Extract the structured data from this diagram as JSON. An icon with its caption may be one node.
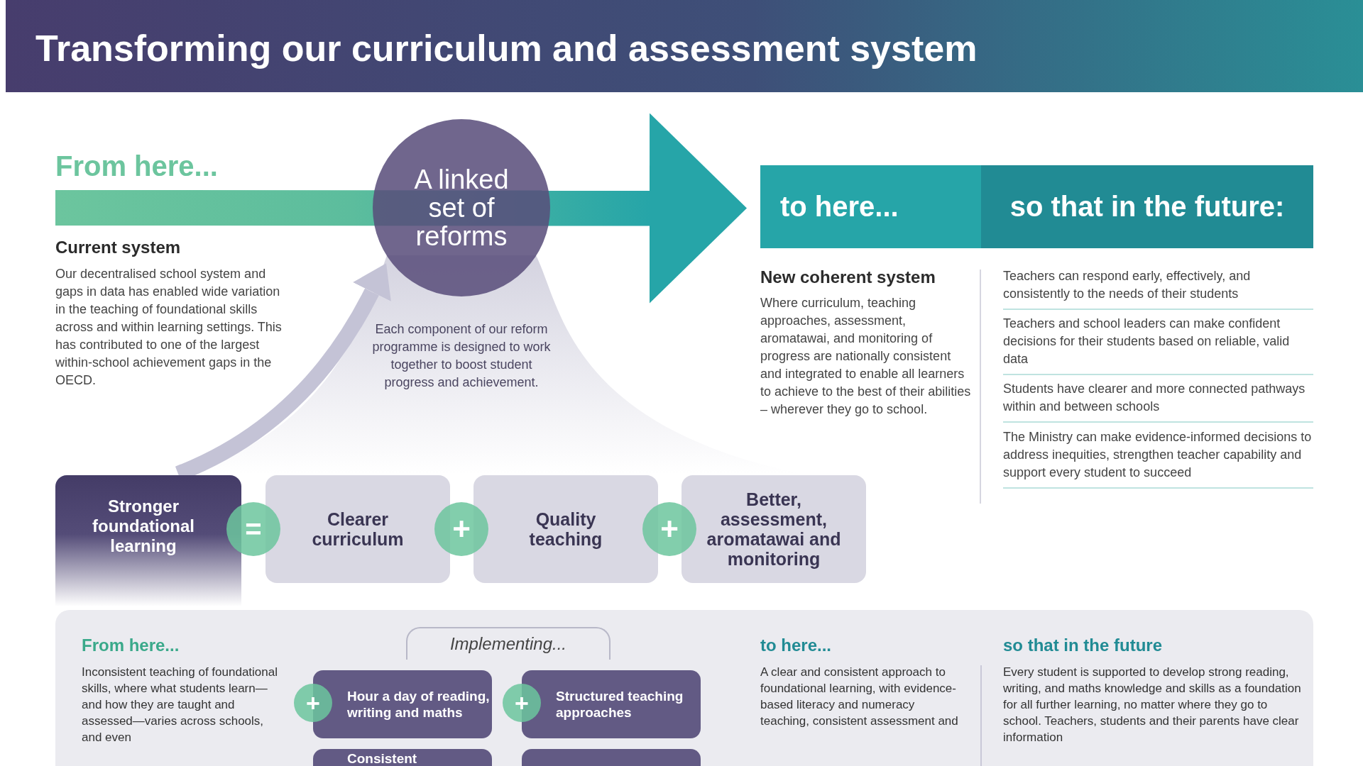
{
  "diagram": {
    "title": "Transforming our curriculum and assessment system",
    "nodes": [
      {
        "text": [
          "A linked set of reforms"
        ]
      },
      {
        "text": [
          "to here..."
        ]
      },
      {
        "text": [
          "so that in the future:"
        ]
      },
      {
        "text": [
          "Stronger foundational learning"
        ]
      },
      {
        "text": [
          "="
        ]
      },
      {
        "text": [
          "Clearer curriculum"
        ]
      },
      {
        "text": [
          "+"
        ]
      },
      {
        "text": [
          "Quality teaching"
        ]
      },
      {
        "text": [
          "+"
        ]
      },
      {
        "text": [
          "Better, assessment, aromatawai and monitoring"
        ]
      },
      {
        "text": [
          "From here...",
          "Inconsistent teaching of foundational skills, where what students learn—and how they are taught and assessed—varies across schools, and even",
          "to here...",
          "A clear and consistent approach to foundational learning, with evidence-based literacy and numeracy teaching, consistent assessment and",
          "so that in the future",
          "Every student is supported to develop strong reading, writing, and maths knowledge and skills as a foundation for all further learning, no matter where they go to school. Teachers, students and their parents have clear information"
        ]
      },
      {
        "text": [
          "Implementing..."
        ],
        "in": 10
      },
      {
        "text": [
          "+"
        ],
        "in": 10
      },
      {
        "text": [
          "Hour a day of reading, writing and maths"
        ],
        "in": 10
      },
      {
        "text": [
          "+"
        ],
        "in": 10
      },
      {
        "text": [
          "Structured teaching approaches"
        ],
        "in": 10
      },
      {
        "text": [
          "Consistent"
        ],
        "in": 10
      },
      {
        "text": [],
        "shape": "box",
        "in": 10
      }
    ],
    "edges": [
      {
        "from": null,
        "to": 1,
        "arrow": "to"
      },
      {
        "from": 3,
        "to": 0,
        "arrow": "to"
      }
    ],
    "labels": [
      "From here...",
      "Current system",
      "Our decentralised school system and gaps in data has enabled wide variation in the teaching of foundational skills across and within learning settings. This has contributed to one of the largest within-school achievement gaps in the OECD.",
      "Each component of our reform programme is designed to work together to boost student progress and achievement.",
      "New coherent system",
      "Where curriculum, teaching approaches, assessment, aromatawai, and monitoring of progress are nationally consistent and integrated to enable all learners to achieve to the best of their abilities – wherever they go to school.",
      "Teachers can respond early, effectively, and consistently to the needs of their students",
      "Teachers and school leaders can make confident decisions for their students based on reliable, valid data",
      "Students have clearer and more connected pathways within and between schools",
      "The Ministry can make evidence-informed decisions to address inequities, strengthen teacher capability and support every student to succeed"
    ]
  }
}
